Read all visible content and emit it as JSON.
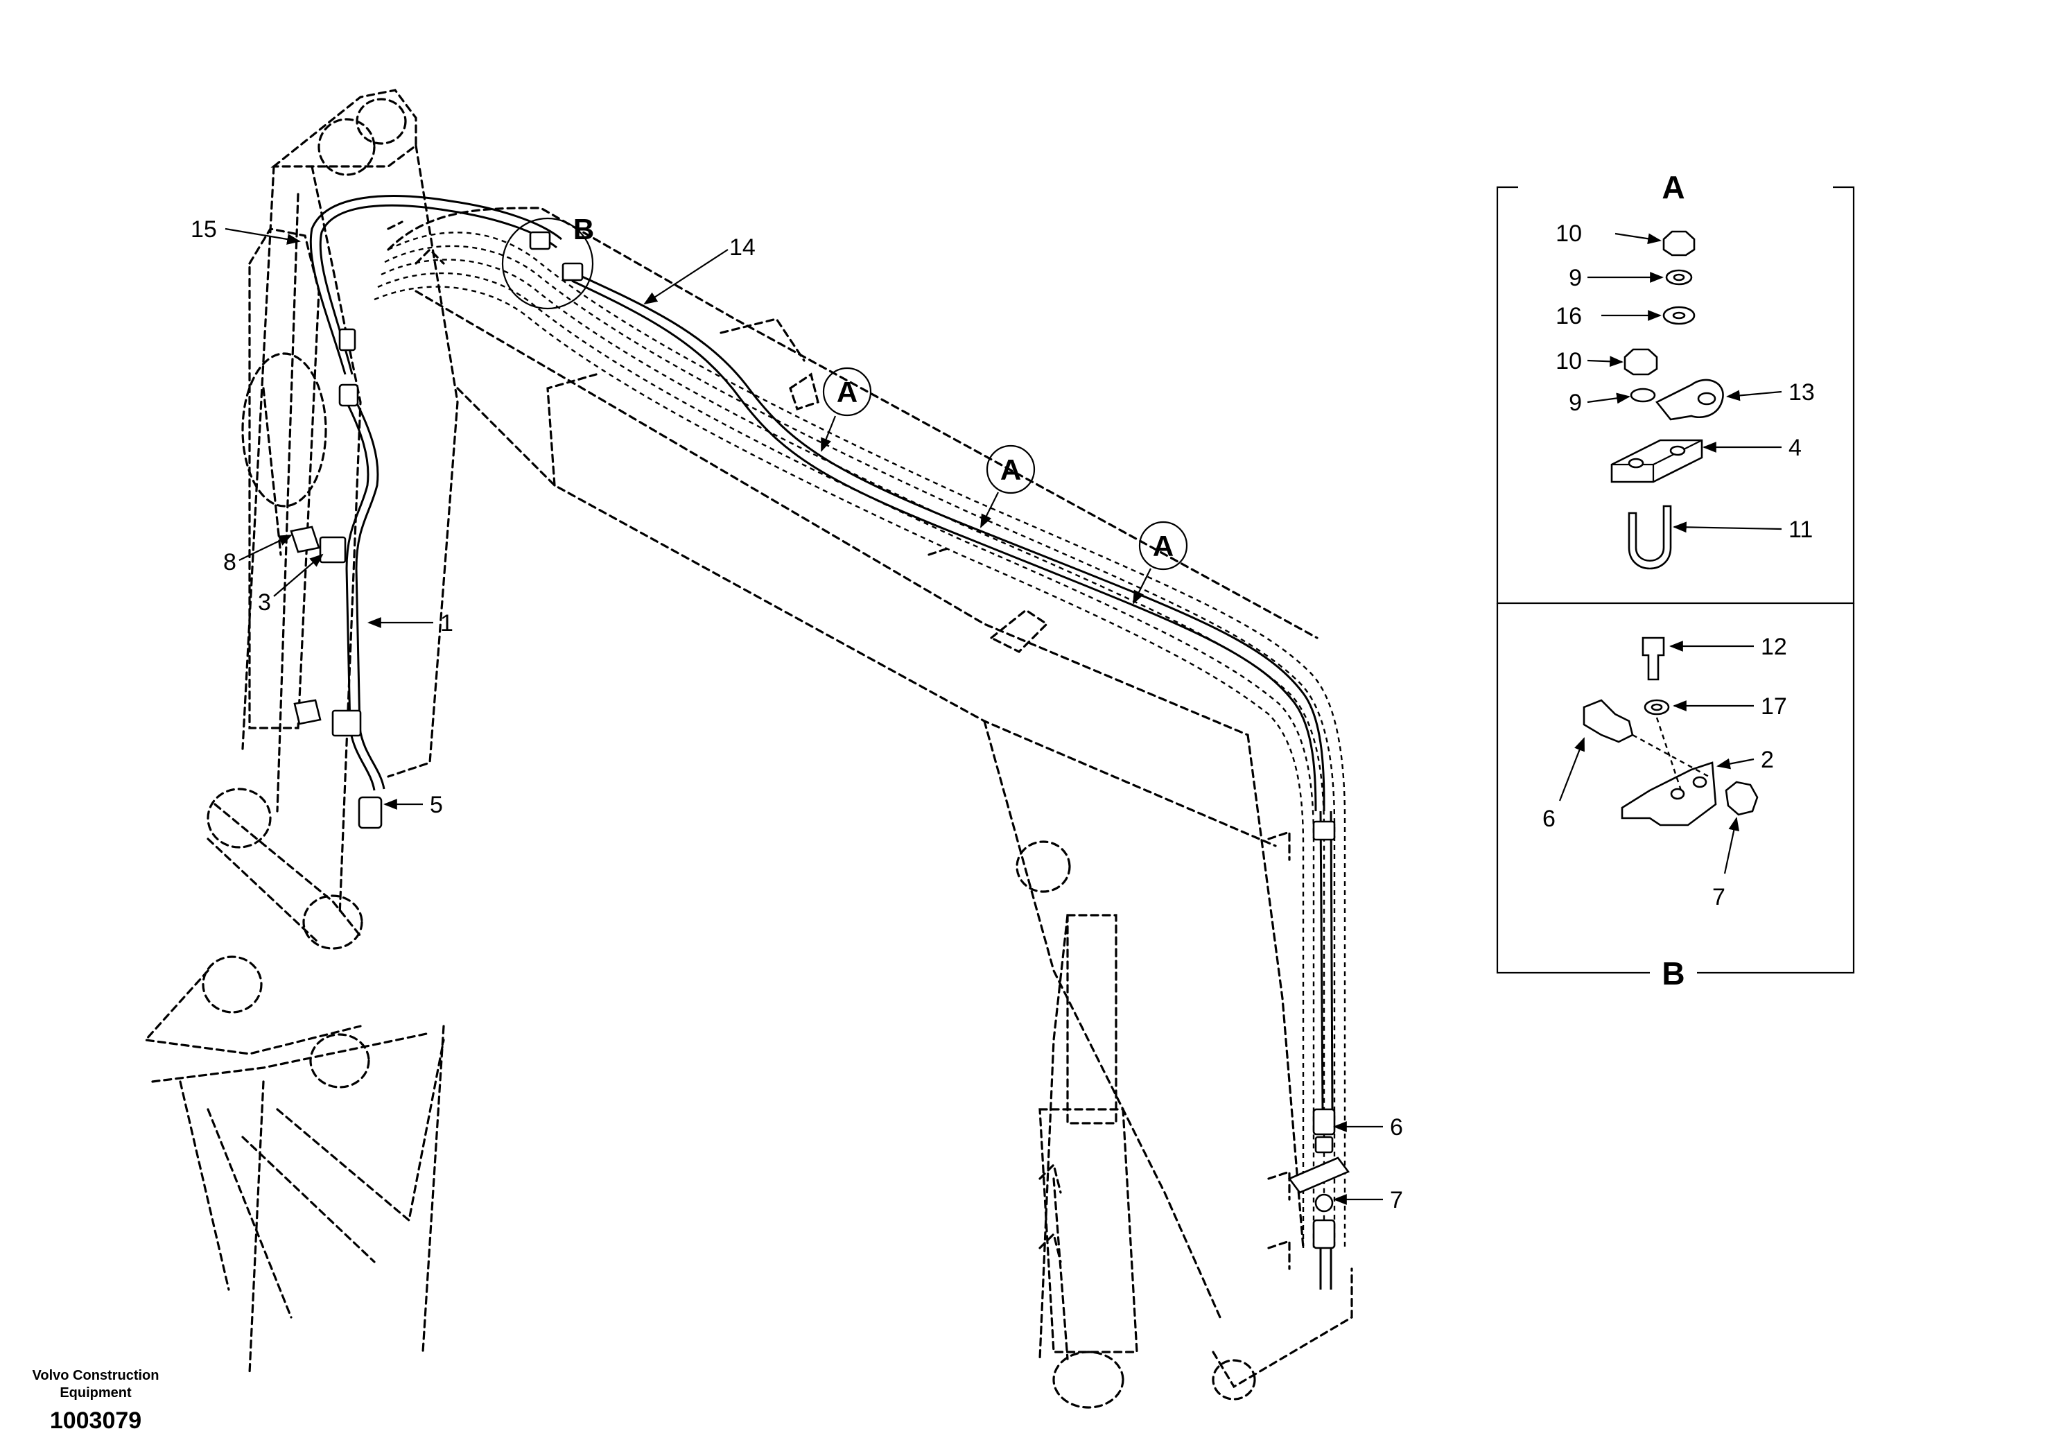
{
  "callouts": {
    "c1": "1",
    "c3": "3",
    "c5": "5",
    "c6": "6",
    "c7": "7",
    "c8": "8",
    "c14": "14",
    "c15": "15"
  },
  "detail_markers": {
    "a1": "A",
    "a2": "A",
    "a3": "A",
    "b": "B"
  },
  "panel_a": {
    "title": "A",
    "labels": {
      "l10a": "10",
      "l9a": "9",
      "l16": "16",
      "l10b": "10",
      "l9b": "9",
      "l13": "13",
      "l4": "4",
      "l11": "11"
    }
  },
  "panel_b": {
    "title": "B",
    "labels": {
      "l12": "12",
      "l17": "17",
      "l6": "6",
      "l2": "2",
      "l7": "7"
    }
  },
  "footer": {
    "brand_line1": "Volvo Construction",
    "brand_line2": "Equipment",
    "drawing_number": "1003079"
  }
}
